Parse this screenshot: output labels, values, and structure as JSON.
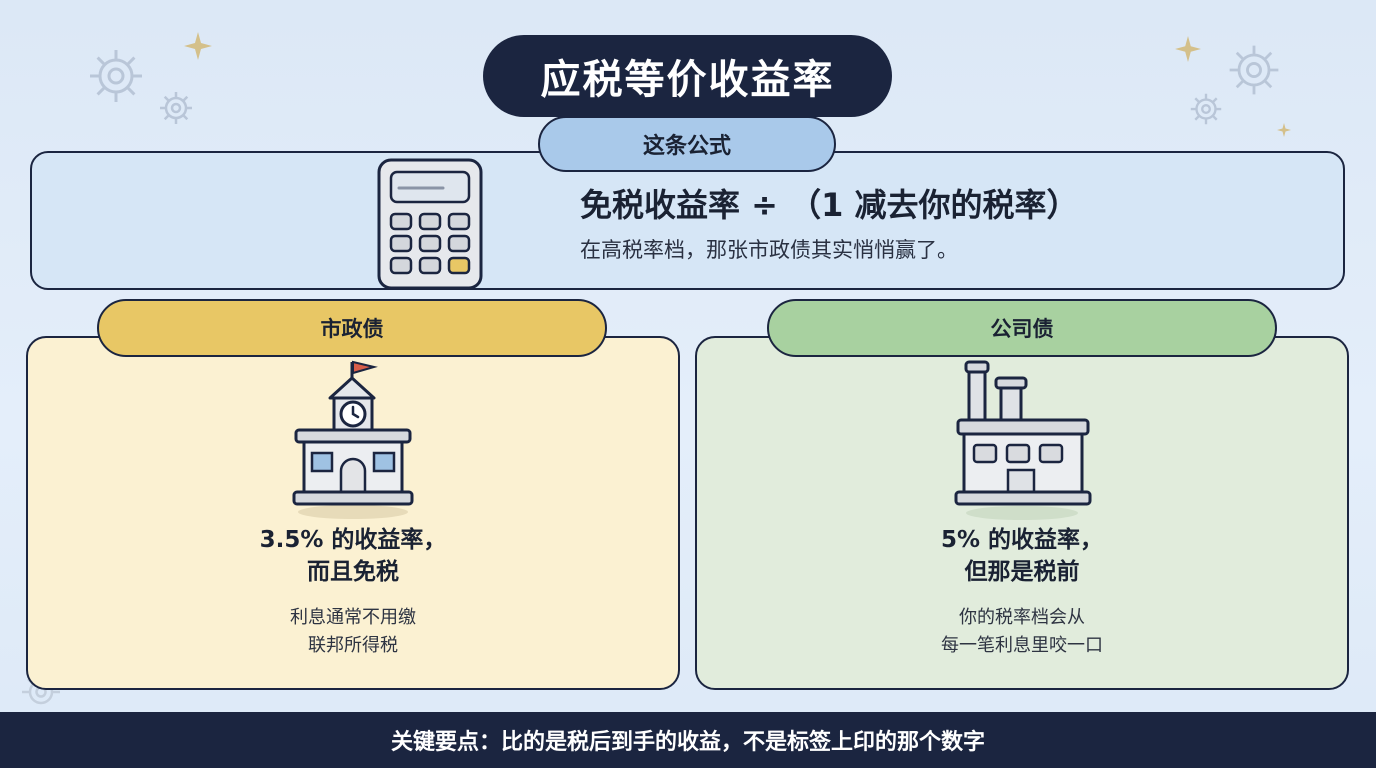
{
  "title": "应税等价收益率",
  "formula": {
    "tab_label": "这条公式",
    "main": "免税收益率 ÷ （1 减去你的税率）",
    "sub": "在高税率档，那张市政债其实悄悄赢了。"
  },
  "cards": [
    {
      "tab_label": "市政债",
      "headline_1": "3.5% 的收益率，",
      "headline_2": "而且免税",
      "body_1": "利息通常不用缴",
      "body_2": "联邦所得税",
      "icon": "city-hall-icon",
      "bg_color": "#fbf1d2",
      "tab_color": "#e8c765"
    },
    {
      "tab_label": "公司债",
      "headline_1": "5% 的收益率，",
      "headline_2": "但那是税前",
      "body_1": "你的税率档会从",
      "body_2": "每一笔利息里咬一口",
      "icon": "factory-icon",
      "bg_color": "#e1ecdc",
      "tab_color": "#a8d1a0"
    }
  ],
  "footer": "关键要点：比的是税后到手的收益，不是标签上印的那个数字",
  "colors": {
    "navy": "#1b2540",
    "formula_bg": "#d6e6f6",
    "formula_tab": "#a9c9ea"
  }
}
